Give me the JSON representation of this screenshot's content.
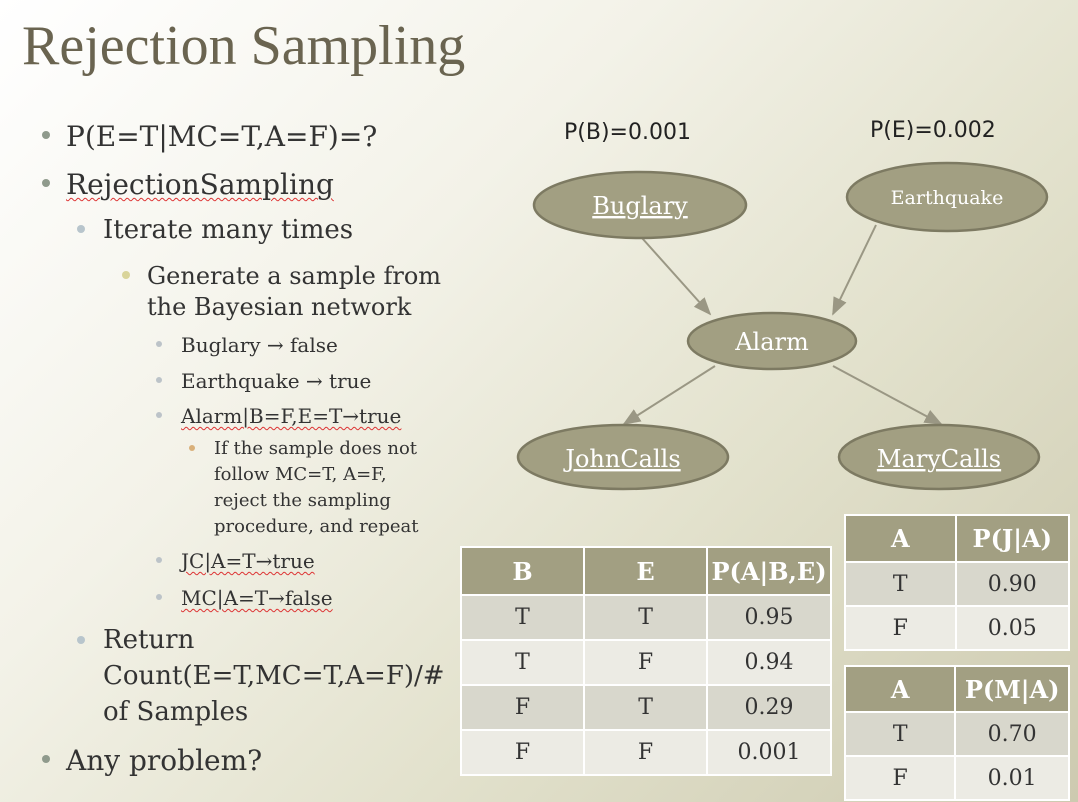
{
  "title": "Rejection Sampling",
  "bullets": {
    "query": "P(E=T|MC=T,A=F)=?",
    "method": "RejectionSampling",
    "iterate": "Iterate many times",
    "generate": "Generate a sample from the Bayesian network",
    "step_b": "Buglary → false",
    "step_e": "Earthquake → true",
    "step_a": "Alarm|B=F,E=T→true",
    "reject_note": "If the sample does not follow MC=T, A=F, reject the sampling procedure, and repeat",
    "step_jc": "JC|A=T→true",
    "step_mc": "MC|A=T→false",
    "return_text": "Return Count(E=T,MC=T,A=F)/# of Samples",
    "problem": "Any problem?"
  },
  "network": {
    "prior_b": "P(B)=0.001",
    "prior_e": "P(E)=0.002",
    "nodes": {
      "burglary": "Buglary",
      "earthquake": "Earthquake",
      "alarm": "Alarm",
      "johncalls": "JohnCalls",
      "marycalls": "MaryCalls"
    },
    "colors": {
      "node_fill": "#a29f82",
      "node_stroke": "#7d7a62",
      "arrow": "#9a9784"
    }
  },
  "tables": {
    "alarm": {
      "headers": [
        "B",
        "E",
        "P(A|B,E)"
      ],
      "rows": [
        [
          "T",
          "T",
          "0.95"
        ],
        [
          "T",
          "F",
          "0.94"
        ],
        [
          "F",
          "T",
          "0.29"
        ],
        [
          "F",
          "F",
          "0.001"
        ]
      ]
    },
    "john": {
      "headers": [
        "A",
        "P(J|A)"
      ],
      "rows": [
        [
          "T",
          "0.90"
        ],
        [
          "F",
          "0.05"
        ]
      ]
    },
    "mary": {
      "headers": [
        "A",
        "P(M|A)"
      ],
      "rows": [
        [
          "T",
          "0.70"
        ],
        [
          "F",
          "0.01"
        ]
      ]
    }
  }
}
